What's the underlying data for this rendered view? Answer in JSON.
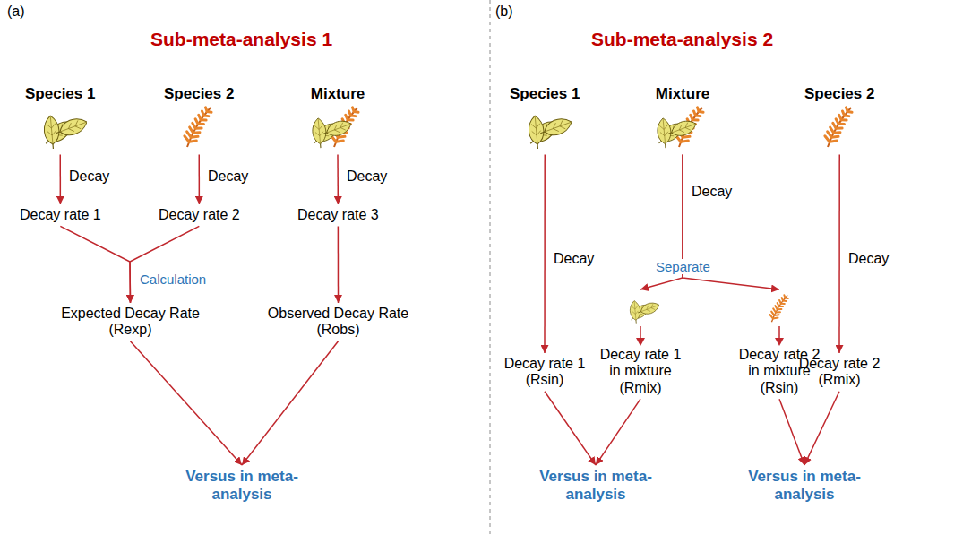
{
  "diagram": {
    "nodes": [
      {
        "text": [
          "Species 1"
        ]
      },
      {
        "text": [
          "Species 2"
        ]
      },
      {
        "text": [
          "Mixture"
        ]
      },
      {
        "text": [
          "Decay rate 1"
        ]
      },
      {
        "text": [
          "Decay rate 2"
        ]
      },
      {
        "text": [
          "Decay rate 3"
        ]
      },
      {
        "text": [
          "Expected Decay Rate (Rexp)"
        ]
      },
      {
        "text": [
          "Observed Decay Rate (Robs)"
        ]
      },
      {
        "text": [
          "Versus in meta-analysis"
        ]
      },
      {
        "text": [
          "Species 1"
        ]
      },
      {
        "text": [
          "Mixture"
        ]
      },
      {
        "text": [
          "Species 2"
        ]
      },
      {
        "text": [
          "Decay rate 1 (Rsin)"
        ]
      },
      {
        "text": [
          "Decay rate 1 in mixture (Rmix)"
        ]
      },
      {
        "text": [
          "Decay rate 2 in mixture (Rsin)"
        ]
      },
      {
        "text": [
          "Decay rate 2 (Rmix)"
        ]
      },
      {
        "text": [
          "Versus in meta-analysis"
        ]
      },
      {
        "text": [
          "Versus in meta-analysis"
        ]
      }
    ],
    "edges": [
      {
        "from": 0,
        "to": 3,
        "arrow": "to",
        "label": "Decay"
      },
      {
        "from": 1,
        "to": 4,
        "arrow": "to",
        "label": "Decay"
      },
      {
        "from": 2,
        "to": 5,
        "arrow": "to",
        "label": "Decay"
      },
      {
        "from": 3,
        "to": 6,
        "arrow": "to"
      },
      {
        "from": 4,
        "to": 6,
        "arrow": "to",
        "label": "Calculation"
      },
      {
        "from": 5,
        "to": 7,
        "arrow": "to"
      },
      {
        "from": 6,
        "to": 8,
        "arrow": "to"
      },
      {
        "from": 7,
        "to": 8,
        "arrow": "to"
      },
      {
        "from": 9,
        "to": 12,
        "arrow": "to",
        "label": "Decay"
      },
      {
        "from": 10,
        "to": 13,
        "arrow": "to",
        "label": "Decay"
      },
      {
        "from": 10,
        "to": 14,
        "arrow": "to",
        "label": "Separate"
      },
      {
        "from": 11,
        "to": 15,
        "arrow": "to",
        "label": "Decay"
      },
      {
        "from": 12,
        "to": 16,
        "arrow": "to"
      },
      {
        "from": 13,
        "to": 16,
        "arrow": "to"
      },
      {
        "from": 14,
        "to": 17,
        "arrow": "to"
      },
      {
        "from": 15,
        "to": 17,
        "arrow": "to"
      }
    ],
    "labels": [
      "(a)",
      "Sub-meta-analysis 1",
      "(b)",
      "Sub-meta-analysis 2"
    ]
  }
}
